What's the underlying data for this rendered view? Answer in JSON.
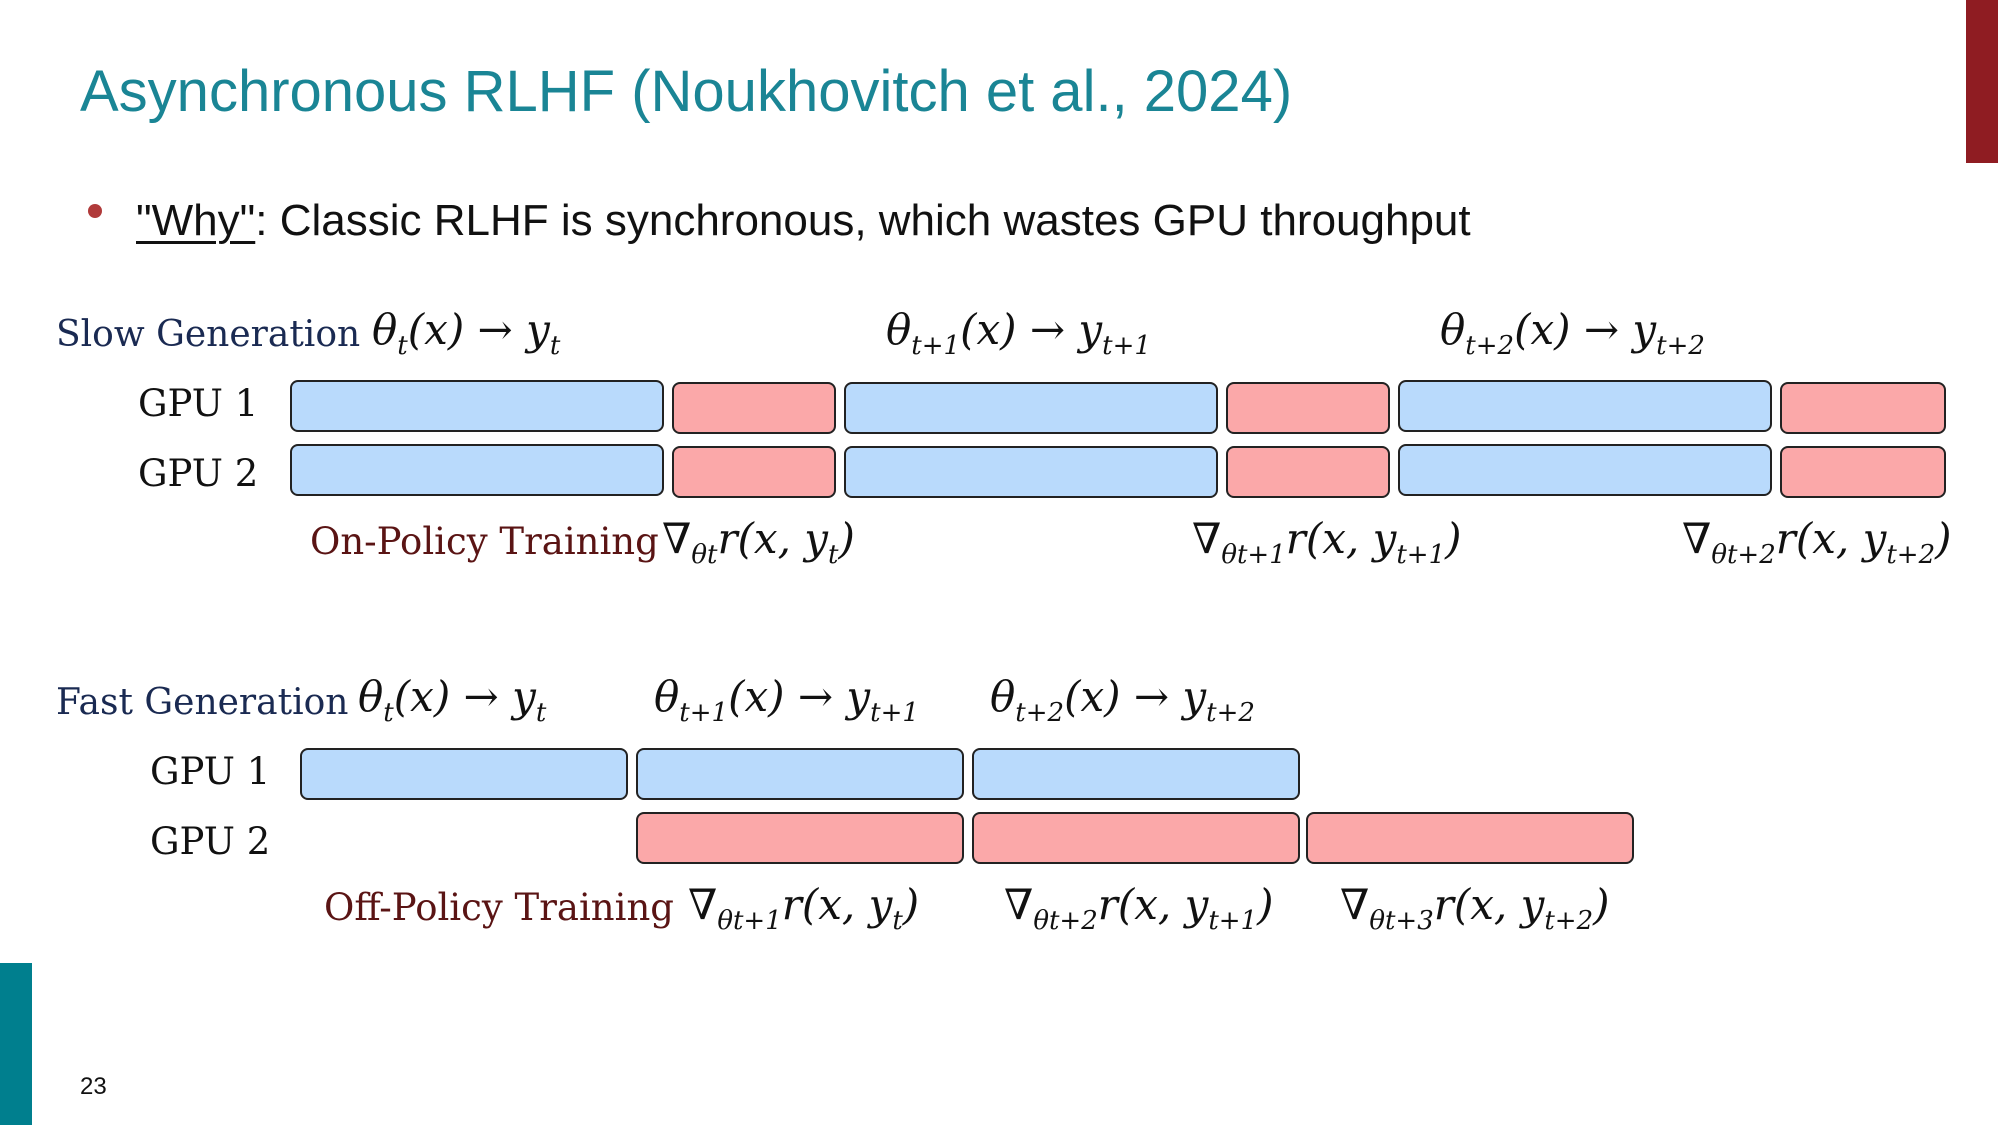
{
  "slide": {
    "title": "Asynchronous RLHF (Noukhovitch et al., 2024)",
    "bullet": {
      "emphasis": "\"Why\"",
      "text": ": Classic RLHF is synchronous, which wastes GPU throughput"
    },
    "page_number": "23"
  },
  "colors": {
    "title": "#1a8595",
    "generation_block": "#b9dafc",
    "training_block": "#fba8a9",
    "accent_red": "#8f1c22",
    "accent_teal": "#007f8e"
  },
  "slow": {
    "heading": "Slow Generation",
    "gen_labels": [
      {
        "sym": "θ",
        "sub": "t",
        "arg": "(x) → y",
        "ysub": "t"
      },
      {
        "sym": "θ",
        "sub": "t+1",
        "arg": "(x) → y",
        "ysub": "t+1"
      },
      {
        "sym": "θ",
        "sub": "t+2",
        "arg": "(x) → y",
        "ysub": "t+2"
      }
    ],
    "rows": [
      "GPU 1",
      "GPU 2"
    ],
    "training_label": "On-Policy Training",
    "grad_labels": [
      {
        "sub": "θt",
        "expr": "r(x, y",
        "ysub": "t"
      },
      {
        "sub": "θt+1",
        "expr": "r(x, y",
        "ysub": "t+1"
      },
      {
        "sub": "θt+2",
        "expr": "r(x, y",
        "ysub": "t+2"
      }
    ]
  },
  "fast": {
    "heading": "Fast Generation",
    "gen_labels": [
      {
        "sym": "θ",
        "sub": "t",
        "arg": "(x) → y",
        "ysub": "t"
      },
      {
        "sym": "θ",
        "sub": "t+1",
        "arg": "(x) → y",
        "ysub": "t+1"
      },
      {
        "sym": "θ",
        "sub": "t+2",
        "arg": "(x) → y",
        "ysub": "t+2"
      }
    ],
    "rows": [
      "GPU 1",
      "GPU 2"
    ],
    "training_label": "Off-Policy Training",
    "grad_labels": [
      {
        "sub": "θt+1",
        "expr": "r(x, y",
        "ysub": "t"
      },
      {
        "sub": "θt+2",
        "expr": "r(x, y",
        "ysub": "t+1"
      },
      {
        "sub": "θt+3",
        "expr": "r(x, y",
        "ysub": "t+2"
      }
    ]
  }
}
